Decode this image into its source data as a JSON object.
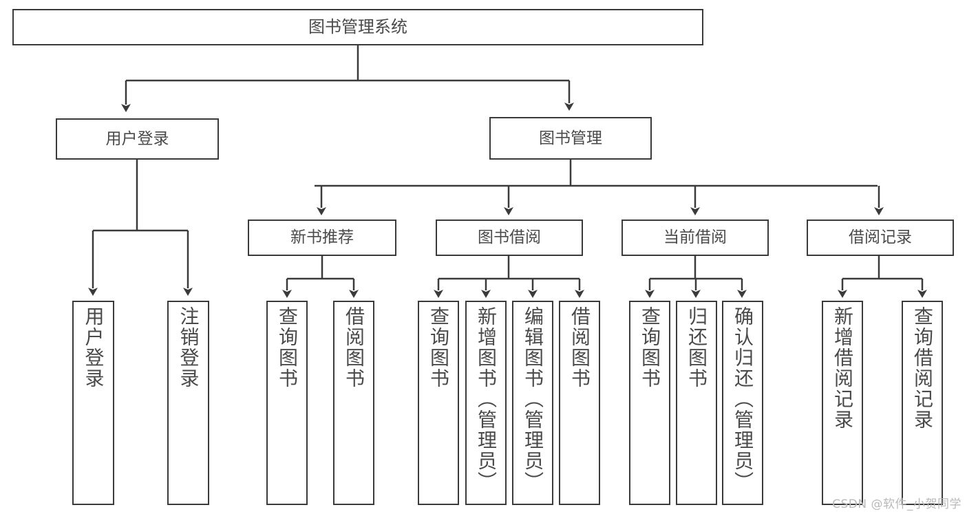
{
  "diagram": {
    "type": "tree",
    "title": "图书管理系统",
    "watermark": "CSDN @软件_小贺同学",
    "colors": {
      "box_border": "#3a3a3a",
      "box_fill": "#ffffff",
      "text": "#4a4a4a",
      "edge": "#3a3a3a",
      "watermark": "#b9b9b9",
      "background": "#ffffff"
    },
    "root": {
      "label": "图书管理系统"
    },
    "level1": [
      {
        "label": "用户登录"
      },
      {
        "label": "图书管理"
      }
    ],
    "level2": [
      {
        "label": "新书推荐"
      },
      {
        "label": "图书借阅"
      },
      {
        "label": "当前借阅"
      },
      {
        "label": "借阅记录"
      }
    ],
    "leaves": {
      "user_login": [
        {
          "label": "用户登录"
        },
        {
          "label": "注销登录"
        }
      ],
      "new_book_recommend": [
        {
          "label": "查询图书"
        },
        {
          "label": "借阅图书"
        }
      ],
      "book_borrow": [
        {
          "label": "查询图书"
        },
        {
          "label": "新增图书（管理员）"
        },
        {
          "label": "编辑图书（管理员）"
        },
        {
          "label": "借阅图书"
        }
      ],
      "current_borrow": [
        {
          "label": "查询图书"
        },
        {
          "label": "归还图书"
        },
        {
          "label": "确认归还（管理员）"
        }
      ],
      "borrow_record": [
        {
          "label": "新增借阅记录"
        },
        {
          "label": "查询借阅记录"
        }
      ]
    }
  }
}
